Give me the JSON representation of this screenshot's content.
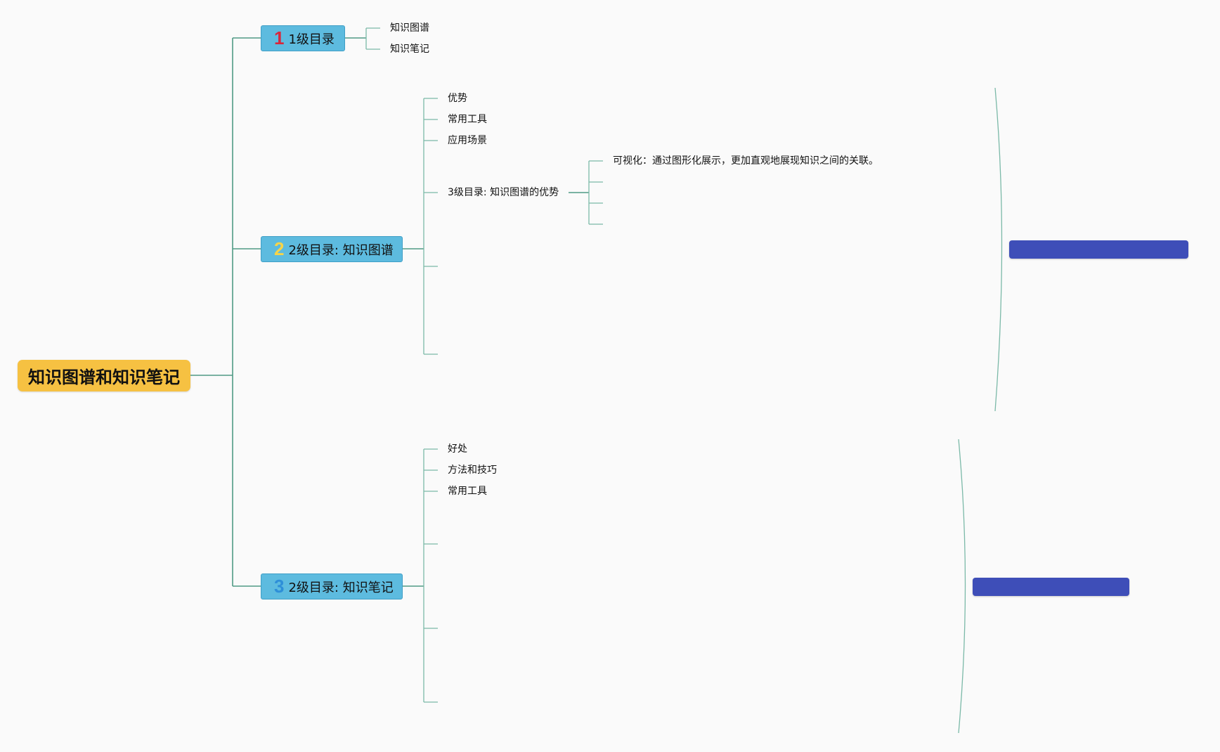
{
  "root": {
    "label": "知识图谱和知识笔记"
  },
  "topics": [
    {
      "num": "1",
      "label": "1级目录",
      "leaves": [
        "知识图谱",
        "知识笔记"
      ]
    },
    {
      "num": "2",
      "label": "2级目录: 知识图谱",
      "leaves": [
        "优势",
        "常用工具",
        "应用场景",
        "3级目录: 知识图谱的优势"
      ]
    },
    {
      "num": "3",
      "label": "2级目录: 知识笔记",
      "leaves": [
        "好处",
        "方法和技巧",
        "常用工具"
      ]
    }
  ],
  "level3": {
    "leaves": [
      "可视化：通过图形化展示，更加直观地展现知识之间的关联。"
    ]
  },
  "colors": {
    "root_fill": "#f6c142",
    "topic_fill": "#5dbbdf",
    "connector": "#4f9a85",
    "summary_fill": "#3e4eb8",
    "num1": "#d9263b",
    "num2": "#f6d44a",
    "num3": "#2e8fd8"
  }
}
